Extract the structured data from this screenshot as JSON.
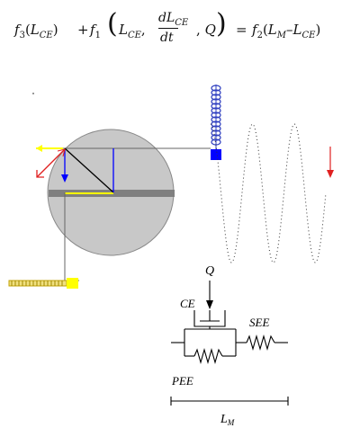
{
  "equation": {
    "f3": "f",
    "f3_sub": "3",
    "f3_arg": "L",
    "f3_arg_sub": "CE",
    "plus": "+",
    "f1": "f",
    "f1_sub": "1",
    "f1_arg1": "L",
    "f1_arg1_sub": "CE",
    "comma1": ",",
    "frac_num": "dL",
    "frac_num_sub": "CE",
    "frac_den": "dt",
    "comma2": ",",
    "q": "Q",
    "equals": "=",
    "f2": "f",
    "f2_sub": "2",
    "f2_arg_l": "L",
    "f2_arg_l_sub": "M",
    "minus": "–",
    "f2_arg_r": "L",
    "f2_arg_r_sub": "CE"
  },
  "circuit": {
    "q_label": "Q",
    "ce_label": "CE",
    "see_label": "SEE",
    "pee_label": "PEE",
    "lm_label": "L",
    "lm_sub": "M"
  },
  "colors": {
    "circle_fill": "#c8c8c8",
    "bar": "#808080",
    "accent_blue": "#0000ff",
    "accent_red": "#e02020",
    "accent_yellow": "#ffff00",
    "spring_blue": "#3040c0",
    "spring_yellow": "#d4c000"
  }
}
